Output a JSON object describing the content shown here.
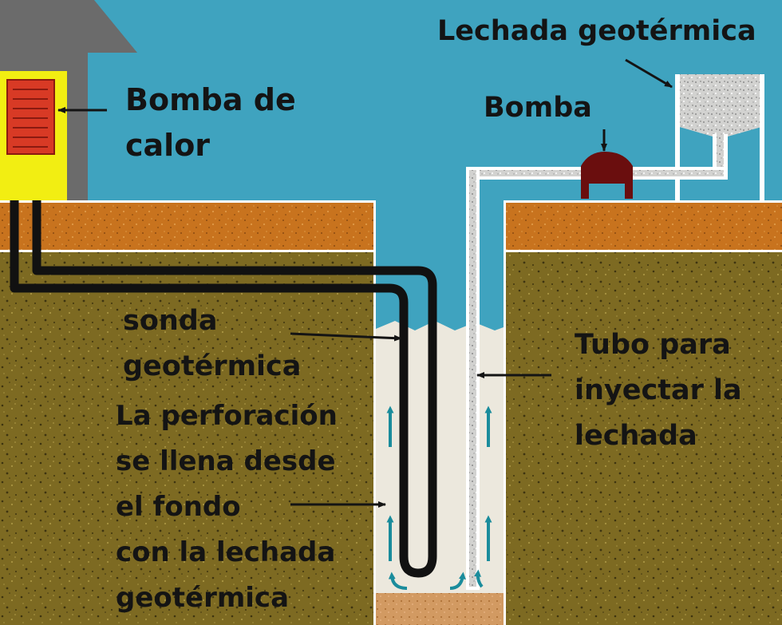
{
  "labels": {
    "heat_pump": [
      "Bomba de",
      "calor"
    ],
    "grout_title": "Lechada geotérmica",
    "pump": "Bomba",
    "probe": [
      "sonda",
      "geotérmica"
    ],
    "fill_note": [
      "La perforación",
      "se llena desde",
      "el fondo",
      "con la lechada",
      "geotérmica"
    ],
    "injection_tube": [
      "Tubo para",
      "inyectar la",
      "lechada"
    ]
  },
  "colors": {
    "sky": "#3fa3bf",
    "topsoil": "#c8731e",
    "soil": "#7d6a22",
    "house": "#6b6b6b",
    "heat_pump_box": "#f2ee12",
    "heat_pump_coil": "#d83a25",
    "grout": "#ece8dd",
    "pump": "#6a0e0e",
    "probe_pipe": "#111111",
    "flow_arrow": "#1a8c9c",
    "text": "#141414"
  }
}
